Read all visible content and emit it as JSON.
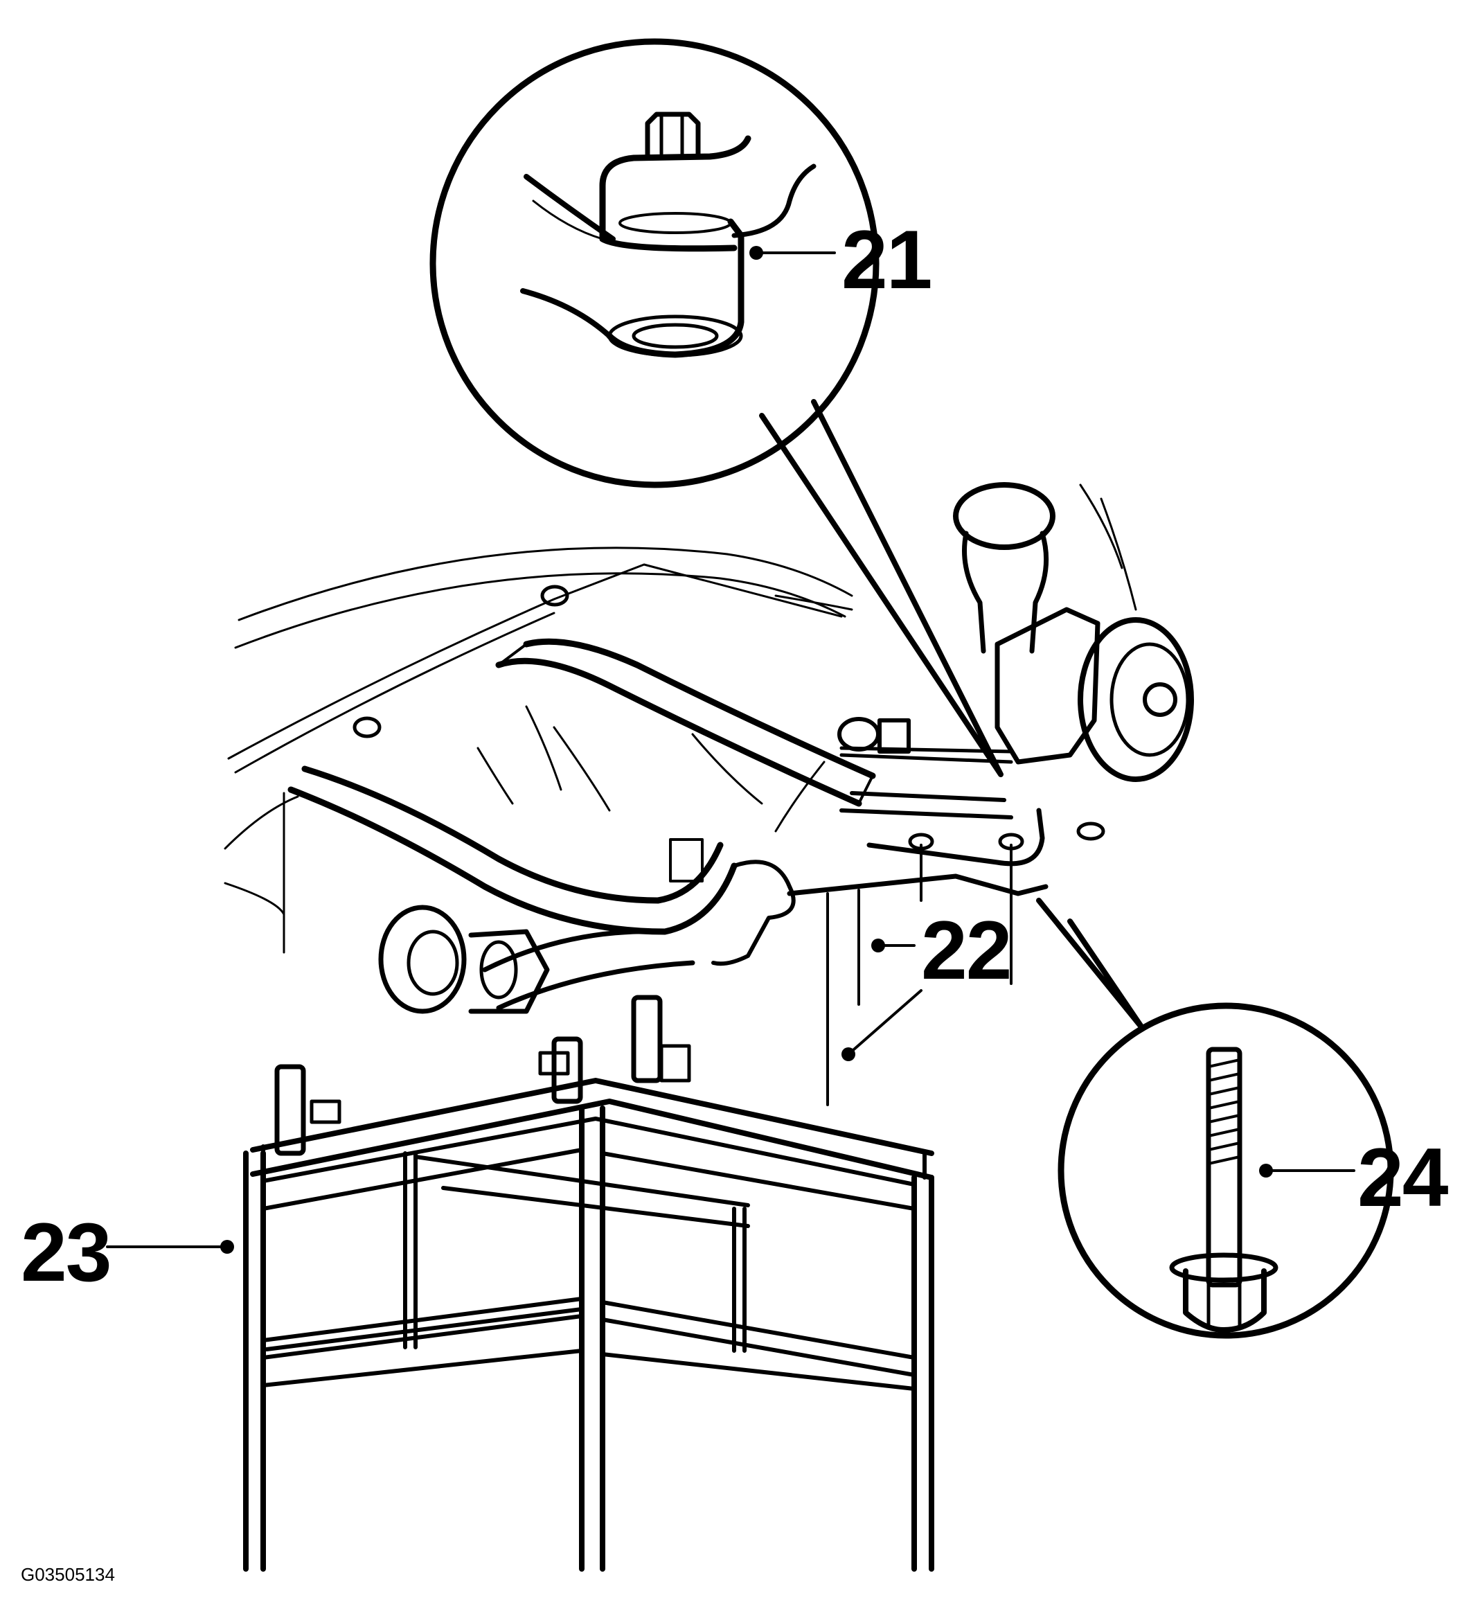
{
  "diagram": {
    "callouts": [
      {
        "id": "21",
        "label": "21",
        "target": "subframe-bushing"
      },
      {
        "id": "22",
        "label": "22",
        "target": "subframe-mounting-points"
      },
      {
        "id": "23",
        "label": "23",
        "target": "support-stand"
      },
      {
        "id": "24",
        "label": "24",
        "target": "subframe-bolt"
      }
    ],
    "figure_id": "G03505134"
  },
  "colors": {
    "ink": "#000000",
    "background": "#ffffff"
  }
}
